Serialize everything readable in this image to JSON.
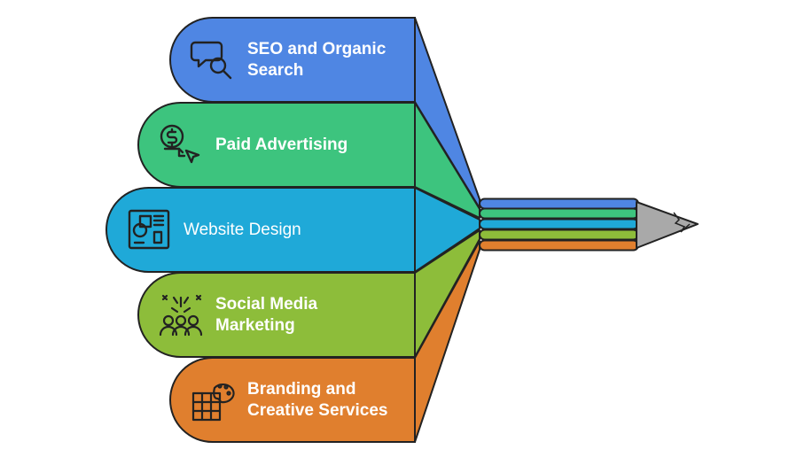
{
  "diagram": {
    "items": [
      {
        "id": "seo",
        "label_lines": [
          "SEO and Organic",
          "Search"
        ],
        "color": "#4f86e3",
        "icon": "chat-search-icon"
      },
      {
        "id": "paid",
        "label_lines": [
          "Paid Advertising"
        ],
        "color": "#3dc47e",
        "icon": "dollar-cursor-icon"
      },
      {
        "id": "web",
        "label_lines": [
          "Website Design"
        ],
        "color": "#1fa9d8",
        "icon": "web-layout-icon"
      },
      {
        "id": "social",
        "label_lines": [
          "Social Media",
          "Marketing"
        ],
        "color": "#8dbd3a",
        "icon": "audience-celebration-icon"
      },
      {
        "id": "brand",
        "label_lines": [
          "Branding and",
          "Creative Services"
        ],
        "color": "#e07f2e",
        "icon": "palette-swatch-icon"
      }
    ],
    "pencil": {
      "wood_color": "#a9a9a9",
      "outline_color": "#222222"
    }
  }
}
